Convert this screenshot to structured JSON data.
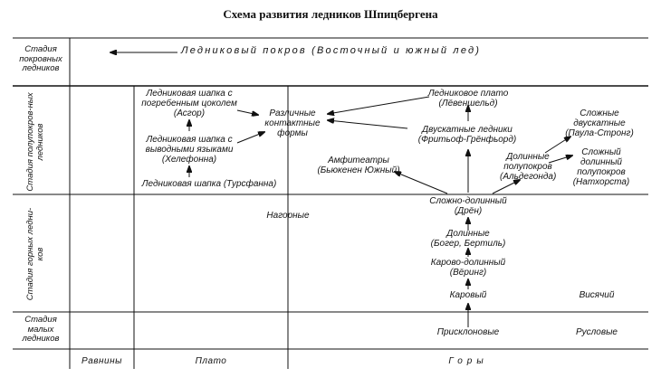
{
  "title": "Схема развития ледников Шпицбергена",
  "stages": {
    "cover": "Стадия покровных ледников",
    "semicover": "Стадия полупокров-ных ледников",
    "mountain": "Стадия горных ледни-ков",
    "small": "Стадия малых ледников"
  },
  "terrain": {
    "plains": "Равнины",
    "plateau": "Плато",
    "mountains": "Горы"
  },
  "nodes": {
    "ice_sheet": "Ледниковый покров (Восточный и южный лед)",
    "cap_buried_line1": "Ледниковая шапка с",
    "cap_buried_line2": "погребенным цоколем",
    "cap_buried_line3": "(Асгор)",
    "cap_outlet_line1": "Ледниковая шапка с",
    "cap_outlet_line2": "выводными языками",
    "cap_outlet_line3": "(Хелефонна)",
    "cap_simple": "Ледниковая шапка (Турсфанна)",
    "contact_line1": "Различные",
    "contact_line2": "контактные",
    "contact_line3": "формы",
    "plateau_glacier_line1": "Ледниковое плато",
    "plateau_glacier_line2": "(Лёвеншельд)",
    "twoslope_line1": "Двускатные ледники",
    "twoslope_line2": "(Фритьоф-Грёнфьорд)",
    "complex_twoslope_line1": "Сложные",
    "complex_twoslope_line2": "двускатные",
    "complex_twoslope_line3": "(Паула-Стронг)",
    "amphitheatre_line1": "Амфитеатры",
    "amphitheatre_line2": "(Бьюкенен Южный)",
    "valley_semicover_line1": "Долинные",
    "valley_semicover_line2": "полупокров",
    "valley_semicover_line3": "(Альдегонда)",
    "complex_valley_semicover_line1": "Сложный",
    "complex_valley_semicover_line2": "долинный",
    "complex_valley_semicover_line3": "полупокров",
    "complex_valley_semicover_line4": "(Натхорста)",
    "complex_valley_line1": "Сложно-долинный",
    "complex_valley_line2": "(Дрён)",
    "highland": "Нагорные",
    "valley_line1": "Долинные",
    "valley_line2": "(Богер, Бертиль)",
    "cirque_valley_line1": "Карово-долинный",
    "cirque_valley_line2": "(Вёринг)",
    "cirque": "Каровый",
    "hanging": "Висячий",
    "slope": "Присклоновые",
    "channel": "Русловые"
  }
}
